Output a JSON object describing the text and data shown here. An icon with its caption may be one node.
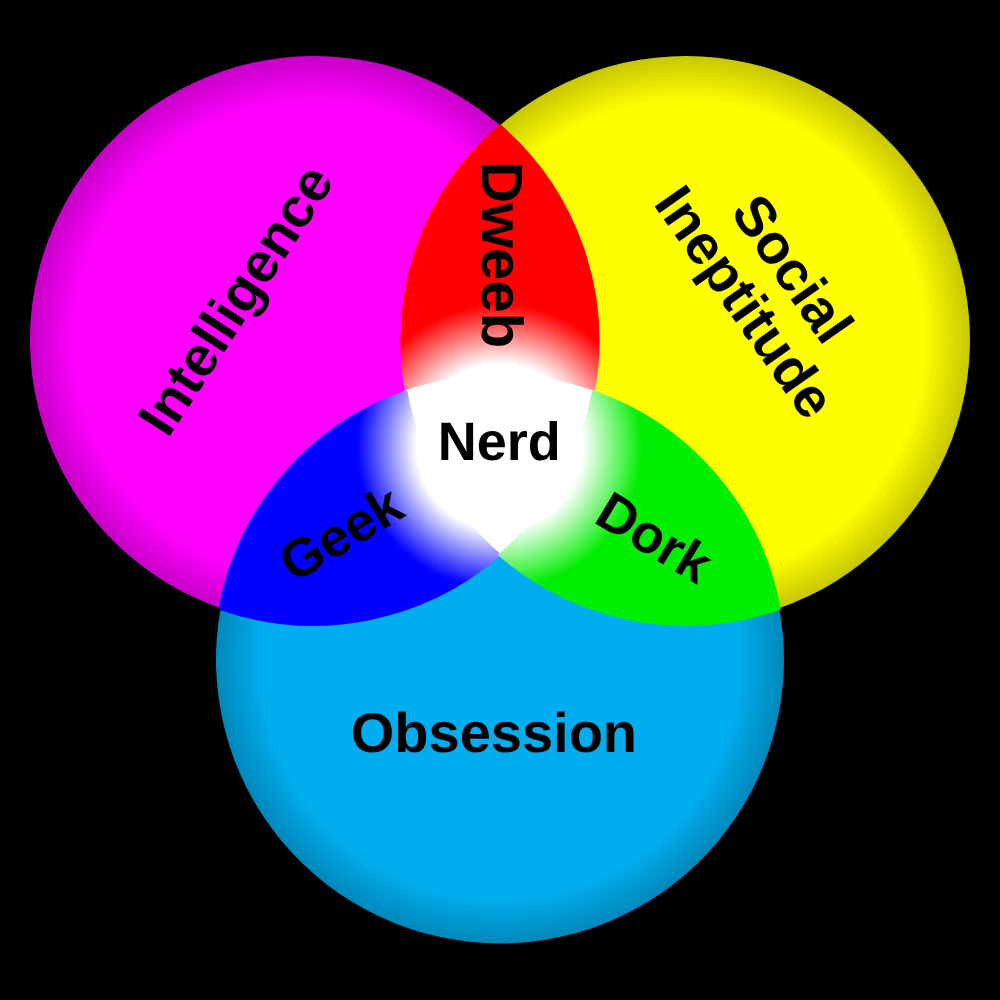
{
  "diagram": {
    "nodes": [
      {
        "text": [
          "Intelligence"
        ]
      },
      {
        "text": [
          "Dweeb"
        ]
      },
      {
        "text": [
          "Social Ineptitude"
        ]
      },
      {
        "text": [
          "Nerd"
        ]
      },
      {
        "text": [
          "Geek"
        ]
      },
      {
        "text": [
          "Dork"
        ]
      },
      {
        "text": [
          "Obsession"
        ]
      }
    ]
  }
}
